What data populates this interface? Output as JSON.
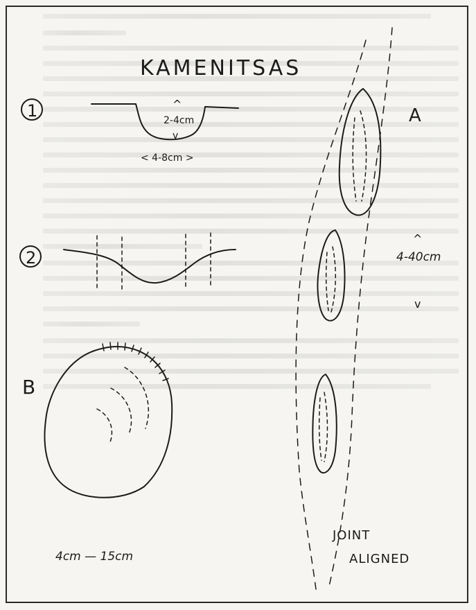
{
  "title": "KAMENITSAS",
  "sections": {
    "profile_1": {
      "marker": "1",
      "depth_label": "2-4cm",
      "width_label": "< 4-8cm >"
    },
    "profile_2": {
      "marker": "2"
    },
    "plan_b": {
      "marker": "B",
      "diameter_label": "4cm — 15cm"
    },
    "plan_a": {
      "marker": "A",
      "spacing_label": "4-40cm",
      "caption_line1": "JOINT",
      "caption_line2": "ALIGNED"
    }
  }
}
